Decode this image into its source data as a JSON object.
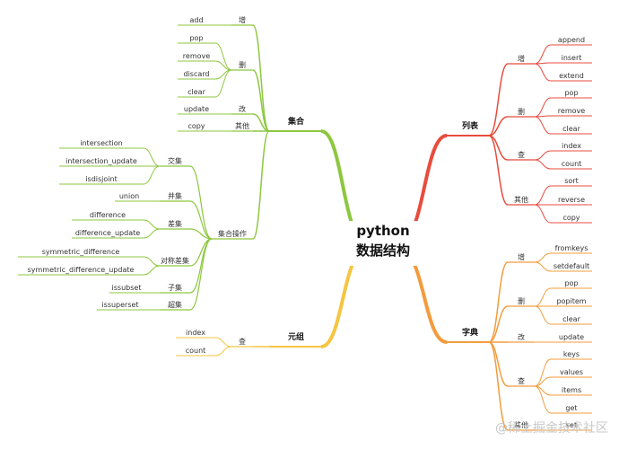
{
  "root": {
    "line1": "python",
    "line2": "数据结构"
  },
  "watermark": "@稀土掘金技术社区",
  "colors": {
    "set": "#8dc73f",
    "list": "#e84c3d",
    "dict": "#f39c3d",
    "tuple": "#f5c542"
  },
  "branches": {
    "set": {
      "label": "集合",
      "add_group": {
        "label": "增",
        "items": [
          "add"
        ]
      },
      "del_group": {
        "label": "删",
        "items": [
          "pop",
          "remove",
          "discard",
          "clear"
        ]
      },
      "mod_group": {
        "label": "改",
        "items": [
          "update"
        ]
      },
      "other_group": {
        "label": "其他",
        "items": [
          "copy"
        ]
      },
      "ops": {
        "label": "集合操作",
        "intersection": {
          "label": "交集",
          "items": [
            "intersection",
            "intersection_update",
            "isdisjoint"
          ]
        },
        "union": {
          "label": "并集",
          "items": [
            "union"
          ]
        },
        "difference": {
          "label": "差集",
          "items": [
            "difference",
            "difference_update"
          ]
        },
        "symmetric": {
          "label": "对称差集",
          "items": [
            "symmetric_difference",
            "symmetric_difference_update"
          ]
        },
        "subset": {
          "label": "子集",
          "items": [
            "issubset"
          ]
        },
        "superset": {
          "label": "超集",
          "items": [
            "issuperset"
          ]
        }
      }
    },
    "tuple": {
      "label": "元组",
      "query": {
        "label": "查",
        "items": [
          "index",
          "count"
        ]
      }
    },
    "list": {
      "label": "列表",
      "add_group": {
        "label": "增",
        "items": [
          "append",
          "insert",
          "extend"
        ]
      },
      "del_group": {
        "label": "删",
        "items": [
          "pop",
          "remove",
          "clear"
        ]
      },
      "query_group": {
        "label": "查",
        "items": [
          "index",
          "count"
        ]
      },
      "other_group": {
        "label": "其他",
        "items": [
          "sort",
          "reverse",
          "copy"
        ]
      }
    },
    "dict": {
      "label": "字典",
      "add_group": {
        "label": "增",
        "items": [
          "fromkeys",
          "setdefault"
        ]
      },
      "del_group": {
        "label": "删",
        "items": [
          "pop",
          "popitem",
          "clear"
        ]
      },
      "mod_group": {
        "label": "改",
        "items": [
          "update"
        ]
      },
      "query_group": {
        "label": "查",
        "items": [
          "keys",
          "values",
          "items",
          "get"
        ]
      },
      "other_group": {
        "label": "其他",
        "items": [
          "set"
        ]
      }
    }
  }
}
